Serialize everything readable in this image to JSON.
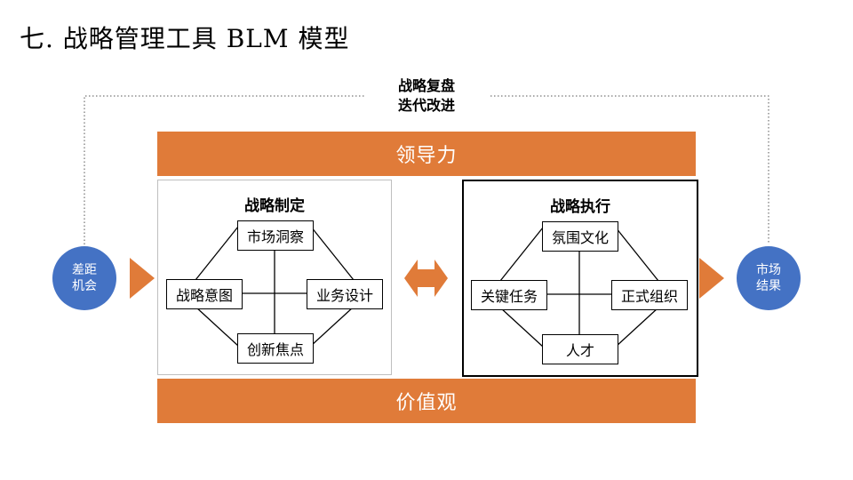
{
  "title": "七. 战略管理工具 BLM 模型",
  "feedback": {
    "line1": "战略复盘",
    "line2": "迭代改进"
  },
  "bands": {
    "leadership": "领导力",
    "values": "价值观"
  },
  "inputs": {
    "gap_line1": "差距",
    "gap_line2": "机会",
    "result_line1": "市场",
    "result_line2": "结果"
  },
  "strategy_formulation": {
    "title": "战略制定",
    "top": "市场洞察",
    "left": "战略意图",
    "right": "业务设计",
    "bottom": "创新焦点"
  },
  "strategy_execution": {
    "title": "战略执行",
    "top": "氛围文化",
    "left": "关键任务",
    "right": "正式组织",
    "bottom": "人才"
  },
  "colors": {
    "band": "#e07b39",
    "circle": "#4472c4",
    "arrow": "#e07b39"
  }
}
